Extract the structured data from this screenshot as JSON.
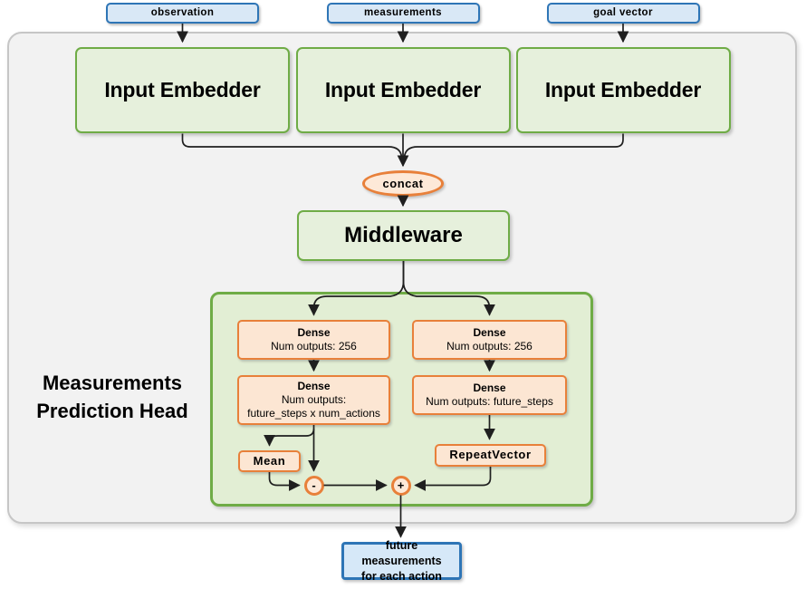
{
  "diagram": {
    "inputs": [
      {
        "label": "observation"
      },
      {
        "label": "measurements"
      },
      {
        "label": "goal vector"
      }
    ],
    "embedders": [
      {
        "label": "Input Embedder"
      },
      {
        "label": "Input Embedder"
      },
      {
        "label": "Input Embedder"
      }
    ],
    "concat": {
      "label": "concat"
    },
    "middleware": {
      "label": "Middleware"
    },
    "head": {
      "title_line1": "Measurements",
      "title_line2": "Prediction Head",
      "left": {
        "dense1": {
          "title": "Dense",
          "line1": "Num outputs: 256"
        },
        "dense2": {
          "title": "Dense",
          "line1": "Num outputs:",
          "line2": "future_steps x num_actions"
        },
        "mean": {
          "label": "Mean"
        },
        "minus": {
          "label": "-"
        }
      },
      "right": {
        "dense1": {
          "title": "Dense",
          "line1": "Num outputs: 256"
        },
        "dense2": {
          "title": "Dense",
          "line1": "Num outputs: future_steps"
        },
        "repeat": {
          "label": "RepeatVector"
        },
        "plus": {
          "label": "+"
        }
      }
    },
    "output": {
      "line1": "future measurements",
      "line2": "for each action"
    }
  },
  "colors": {
    "blue_border": "#2e75b6",
    "blue_fill": "#d9e8f6",
    "green_border": "#6fac46",
    "green_fill": "#e6f0dc",
    "head_container_fill": "#e2eed4",
    "orange_border": "#e8803a",
    "orange_fill": "#fce6d3",
    "gray_fill": "#f2f2f2",
    "gray_border": "#c6c6c6",
    "line": "#1f1f1f"
  }
}
